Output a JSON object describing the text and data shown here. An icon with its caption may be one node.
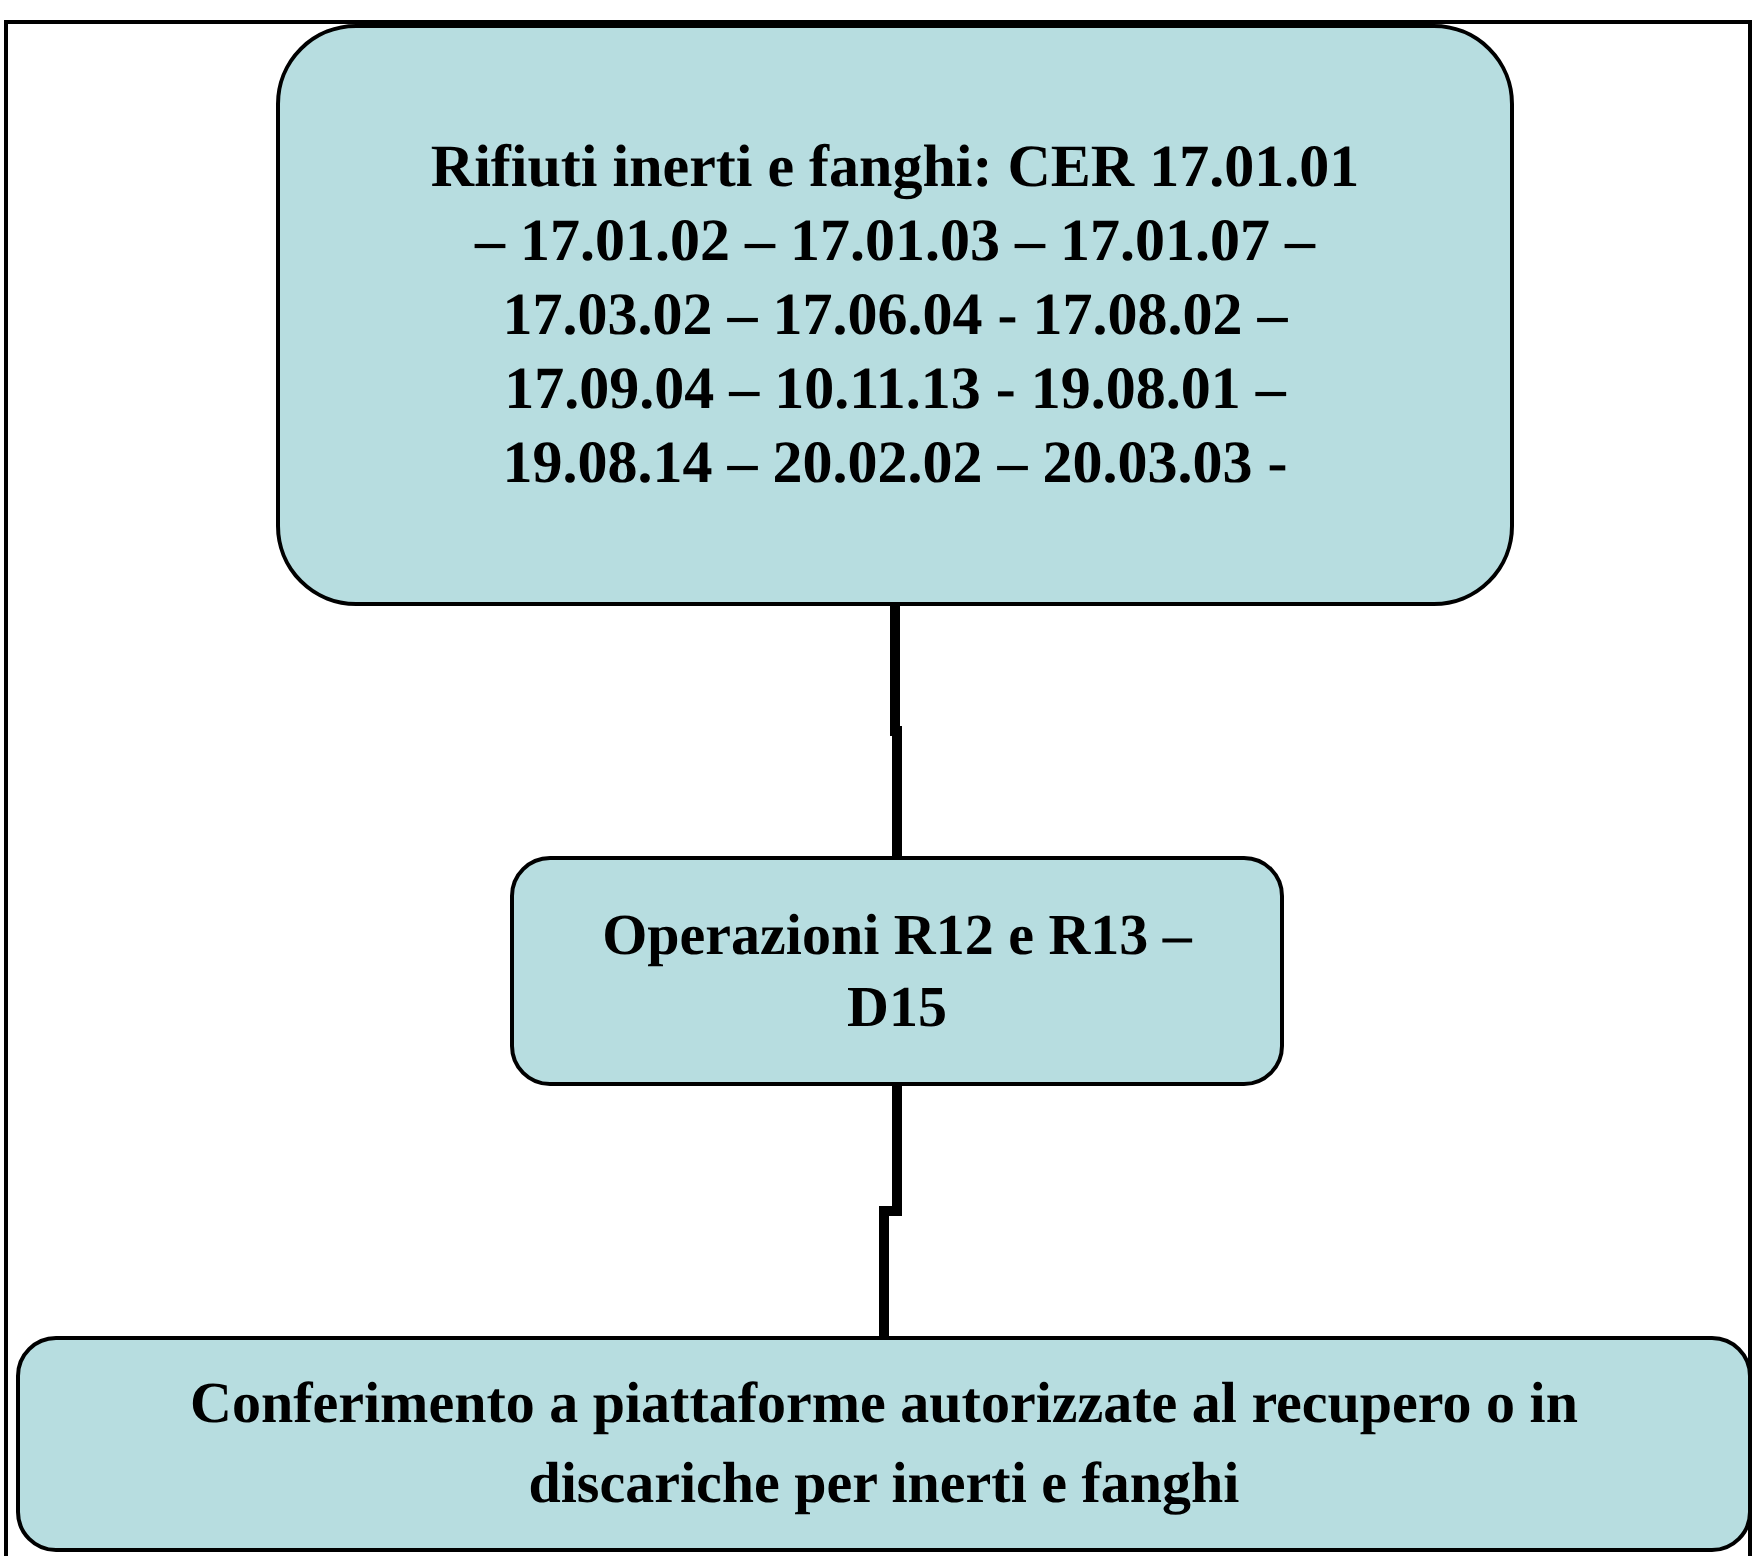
{
  "diagram": {
    "nodes": [
      {
        "text": [
          "Rifiuti inerti e fanghi: CER 17.01.01 – 17.01.02 – 17.01.03 – 17.01.07 – 17.03.02 – 17.06.04 - 17.08.02 – 17.09.04 – 10.11.13 - 19.08.01 – 19.08.14 – 20.02.02 – 20.03.03 -"
        ]
      },
      {
        "text": [
          "Operazioni R12 e R13 – D15"
        ]
      },
      {
        "text": [
          "Conferimento a piattaforme autorizzate al recupero o in discariche per inerti e fanghi"
        ]
      }
    ],
    "edges": [
      {
        "from": 0,
        "to": 1,
        "arrow": "none"
      },
      {
        "from": 1,
        "to": 2,
        "arrow": "none"
      }
    ]
  }
}
